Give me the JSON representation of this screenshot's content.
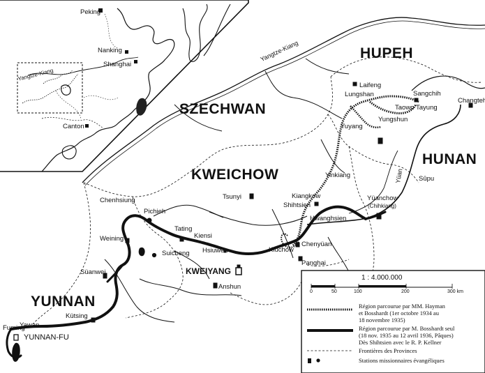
{
  "provinces": {
    "hupeh": "HUPEH",
    "szechwan": "SZECHWAN",
    "kweichow": "KWEICHOW",
    "hunan": "HUNAN",
    "yunnan": "YUNNAN"
  },
  "rivers": {
    "yangtze_main": "Yangtze-Kiang",
    "yangtze_inset": "Yangtze-Kiang",
    "yuan": "Yüan"
  },
  "inset": {
    "peking": "Peking",
    "nanking": "Nanking",
    "shanghai": "Shanghai",
    "canton": "Canton"
  },
  "cities": {
    "laifeng": "Laifeng",
    "lungshan": "Lungshan",
    "sangchih": "Sangchih",
    "taowo": "Taowo",
    "tayung": "Tayung",
    "yungshun": "Yungshun",
    "changteh": "Changteh",
    "yuyang": "Yuyang",
    "yinkiang": "Yinkiang",
    "supu": "Sûpu",
    "kiangkow": "Kiangkow",
    "shihtsien": "Shihtsien",
    "yuanchow": "Yüanchow",
    "chihkiang": "(Chihkiang)",
    "hwanghsien": "Hwanghsien",
    "tsunyi": "Tsunyi",
    "chenhsiung": "Chenhsiung",
    "pichieh": "Pichieh",
    "tating": "Tating",
    "kiensi": "Kiensi",
    "weining": "Weining",
    "suicheng": "Suicheng",
    "hsiuwen": "Hsiuwen",
    "kiuchow": "Kiuchow",
    "chenyuan": "Chenyüan",
    "panghai": "Panghai",
    "kweiyang": "KWEIYANG",
    "anshun": "Anshun",
    "suanwei": "Süanwei",
    "kutsing": "Kütsing",
    "fuming": "Fuming",
    "yawan": "Yawan",
    "yunnanfu": "YUNNAN-FU"
  },
  "legend": {
    "scale_title": "1 : 4.000.000",
    "scale_ticks": [
      "0",
      "50",
      "100",
      "200",
      "300 km"
    ],
    "route1_line1": "Région parcourue par MM. Hayman",
    "route1_line2": "et Bosshardt (1er octobre 1934 au",
    "route1_line3": "18 novembre 1935)",
    "route2_line1": "Région parcourue par M. Bosshardt seul",
    "route2_line2": "(18 nov. 1935 au 12 avril 1936, Pâques)",
    "route2_line3": "Dès Shihtsien avec le R. P. Kellner",
    "frontiers": "Frontières des Provinces",
    "stations": "Stations missionnaires évangéliques"
  }
}
